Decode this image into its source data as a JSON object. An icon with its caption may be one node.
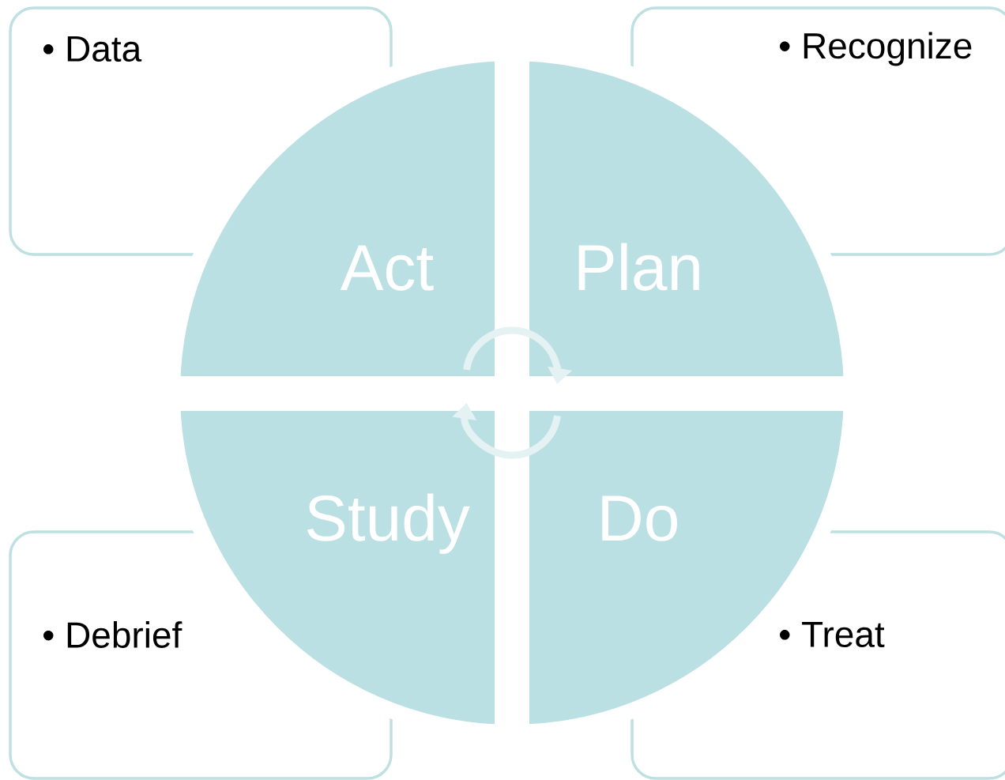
{
  "diagram": {
    "nodes": [
      {
        "text": [
          "• Data"
        ]
      },
      {
        "text": [
          "• Recognize"
        ]
      },
      {
        "text": [
          "Act"
        ]
      },
      {
        "text": [
          "Plan"
        ]
      },
      {
        "text": [
          "Study"
        ]
      },
      {
        "text": [
          "Do"
        ]
      },
      {
        "text": [
          "• Debrief"
        ]
      },
      {
        "text": [
          "• Treat"
        ]
      }
    ],
    "edges": [
      {
        "from": 2,
        "to": 3,
        "arrow": "to"
      },
      {
        "from": 5,
        "to": 4,
        "arrow": "to"
      }
    ]
  }
}
